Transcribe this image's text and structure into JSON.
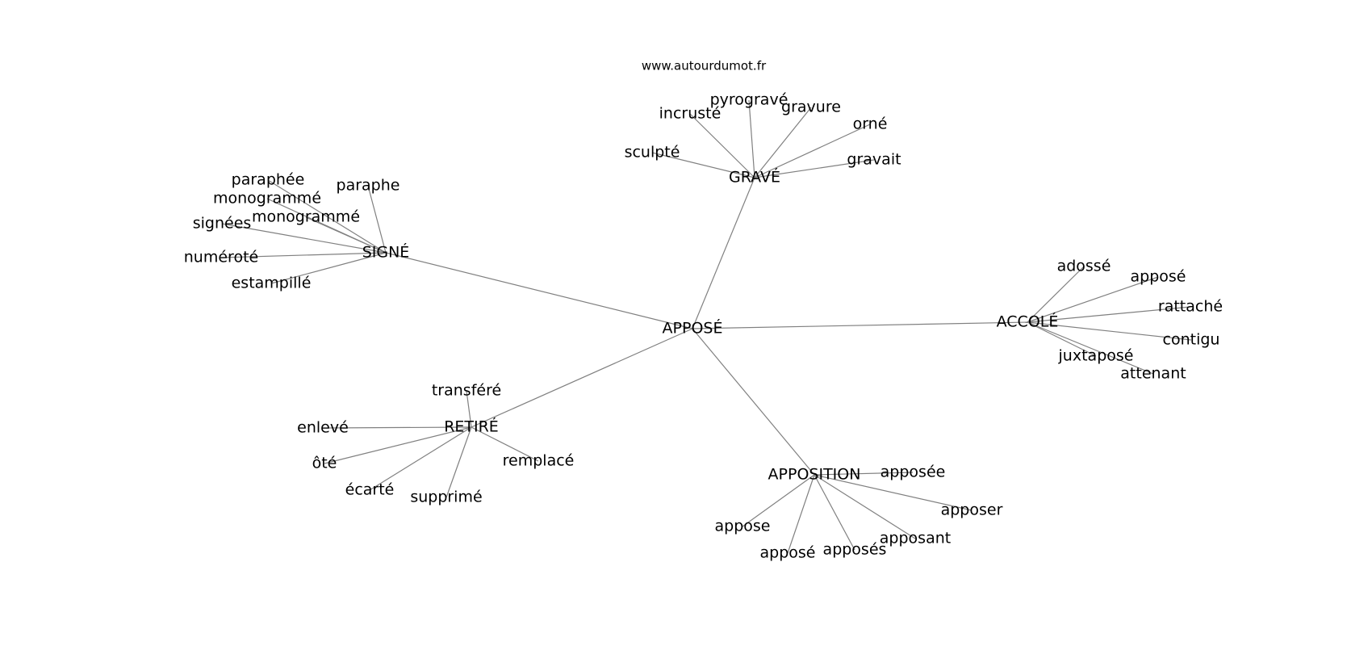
{
  "watermark": "www.autourdumot.fr",
  "center": "APPOSÉ",
  "hubs": [
    {
      "label": "GRAVÉ",
      "leaves": [
        "sculpté",
        "incrusté",
        "pyrogravé",
        "gravure",
        "orné",
        "gravait"
      ]
    },
    {
      "label": "SIGNÉ",
      "leaves": [
        "paraphée",
        "monogrammé",
        "paraphe",
        "monogrammé",
        "signées",
        "numéroté",
        "estampillé"
      ]
    },
    {
      "label": "ACCOLÉ",
      "leaves": [
        "adossé",
        "apposé",
        "rattaché",
        "contigu",
        "juxtaposé",
        "attenant"
      ]
    },
    {
      "label": "RETIRÉ",
      "leaves": [
        "transféré",
        "enlevé",
        "ôté",
        "écarté",
        "supprimé",
        "remplacé"
      ]
    },
    {
      "label": "APPOSITION",
      "leaves": [
        "apposée",
        "apposer",
        "apposant",
        "apposés",
        "apposé",
        "appose"
      ]
    }
  ]
}
